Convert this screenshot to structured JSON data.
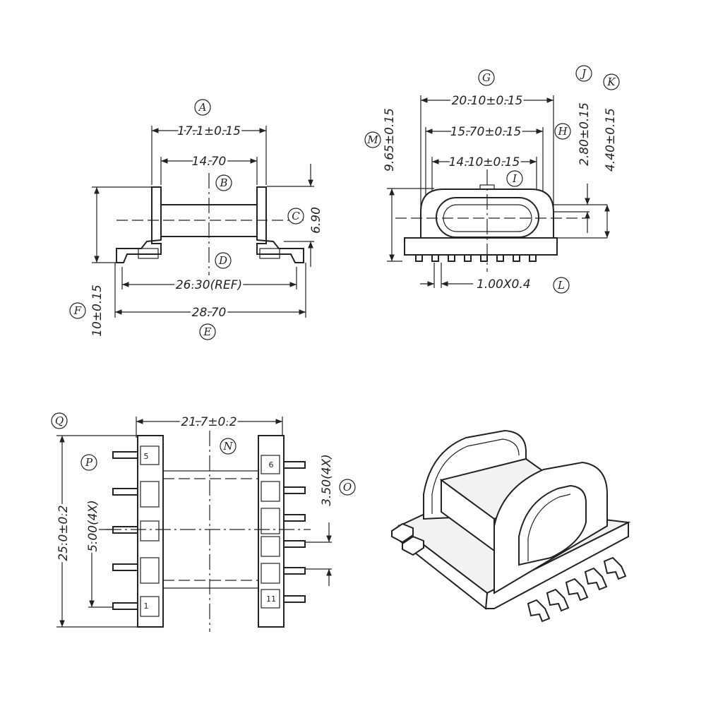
{
  "front_view": {
    "dimensions": [
      "17.1±0.15",
      "14.70",
      "6.90",
      "26.30(REF)",
      "28.70",
      "10±0.15"
    ],
    "markers": [
      "A",
      "B",
      "C",
      "D",
      "E",
      "F"
    ]
  },
  "side_view": {
    "dimensions": [
      "20.10±0.15",
      "15.70±0.15",
      "14.10±0.15",
      "9.65±0.15",
      "2.80±0.15",
      "4.40±0.15",
      "1.00X0.4"
    ],
    "markers": [
      "G",
      "H",
      "I",
      "J",
      "K",
      "L",
      "M"
    ]
  },
  "top_view": {
    "dimensions": [
      "21.7±0.2",
      "25.0±0.2",
      "5.00(4X)",
      "3.50(4X)"
    ],
    "markers": [
      "Q",
      "P",
      "N",
      "O"
    ],
    "pin_labels": [
      "5",
      "1",
      "6",
      "11"
    ]
  }
}
